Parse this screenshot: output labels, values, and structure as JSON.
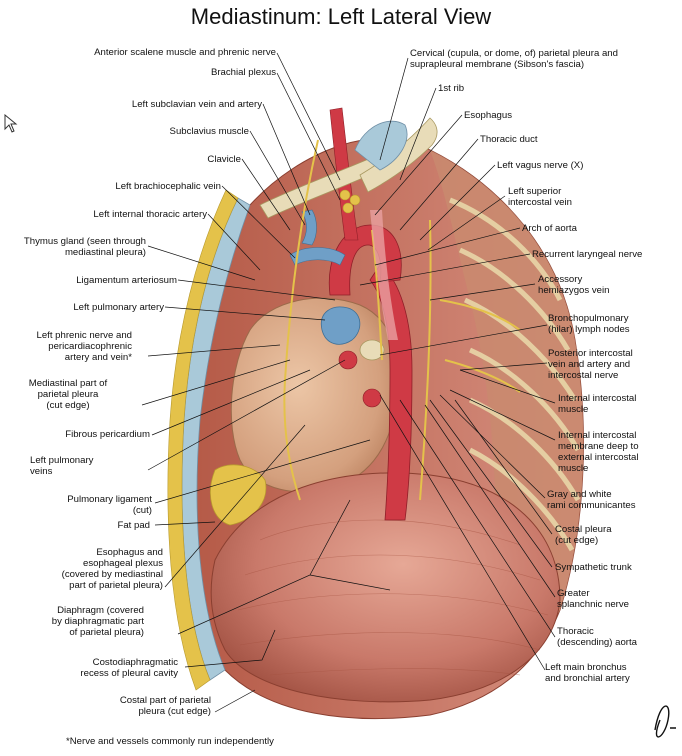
{
  "title": "Mediastinum: Left Lateral View",
  "labels_left": [
    "Anterior scalene muscle and phrenic nerve",
    "Brachial plexus",
    "Left subclavian vein and artery",
    "Subclavius muscle",
    "Clavicle",
    "Left brachiocephalic vein",
    "Left internal thoracic artery",
    "Thymus gland (seen through\nmediastinal pleura)",
    "Ligamentum arteriosum",
    "Left pulmonary artery",
    "Left phrenic nerve and\npericardiacophrenic\nartery and vein*",
    "Mediastinal part of\nparietal pleura\n(cut edge)",
    "Fibrous pericardium",
    "Left pulmonary\nveins",
    "Pulmonary ligament\n(cut)",
    "Fat pad",
    "Esophagus and\nesophageal plexus\n(covered by mediastinal\npart of parietal pleura)",
    "Diaphragm (covered\nby diaphragmatic part\nof parietal pleura)",
    "Costodiaphragmatic\nrecess of pleural cavity",
    "Costal part of parietal\npleura (cut edge)"
  ],
  "labels_right": [
    "Cervical (cupula, or dome, of) parietal pleura and\nsuprapleural membrane (Sibson's fascia)",
    "1st rib",
    "Esophagus",
    "Thoracic duct",
    "Left vagus nerve (X)",
    "Left superior\nintercostal vein",
    "Arch of aorta",
    "Recurrent laryngeal nerve",
    "Accessory\nhemiazygos vein",
    "Bronchopulmonary\n(hilar) lymph nodes",
    "Posterior intercostal\nvein and artery and\nintercostal nerve",
    "Internal intercostal\nmuscle",
    "Internal intercostal\nmembrane deep to\nexternal intercostal\nmuscle",
    "Gray and white\nrami communicantes",
    "Costal pleura\n(cut edge)",
    "Sympathetic trunk",
    "Greater\nsplanchnic nerve",
    "Thoracic\n(descending) aorta",
    "Left main bronchus\nand bronchial artery"
  ],
  "footnote": "*Nerve and vessels commonly run independently",
  "colors": {
    "text": "#111111",
    "leader": "#111111",
    "muscle": "#c9796a",
    "muscle_dark": "#a4513f",
    "pericardium": "#d4a07e",
    "aorta": "#cf3a45",
    "vein_blue": "#6f9fc7",
    "pleura": "#a9c9d9",
    "fat": "#e4c24a",
    "bone": "#e8dcb8"
  }
}
